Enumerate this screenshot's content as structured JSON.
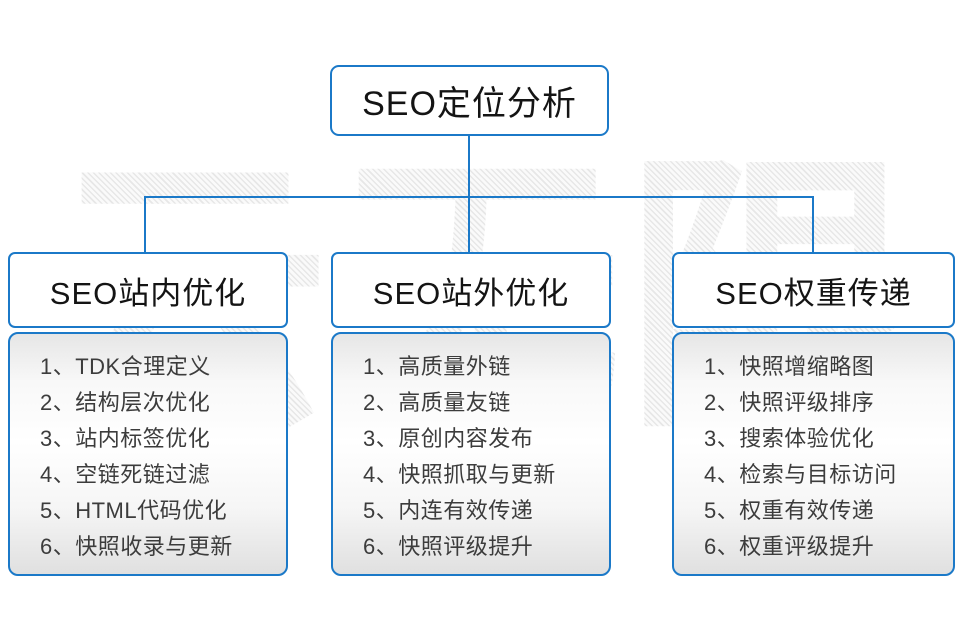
{
  "watermark": {
    "text": "云无限"
  },
  "root": {
    "title": "SEO定位分析"
  },
  "columns": [
    {
      "title": "SEO站内优化",
      "items": [
        "1、TDK合理定义",
        "2、结构层次优化",
        "3、站内标签优化",
        "4、空链死链过滤",
        "5、HTML代码优化",
        "6、快照收录与更新"
      ]
    },
    {
      "title": "SEO站外优化",
      "items": [
        "1、高质量外链",
        "2、高质量友链",
        "3、原创内容发布",
        "4、快照抓取与更新",
        "5、内连有效传递",
        "6、快照评级提升"
      ]
    },
    {
      "title": "SEO权重传递",
      "items": [
        "1、快照增缩略图",
        "2、快照评级排序",
        "3、搜索体验优化",
        "4、检索与目标访问",
        "5、权重有效传递",
        "6、权重评级提升"
      ]
    }
  ],
  "colors": {
    "line_blue": "#1b79c8",
    "body_gray": "#e6e6e6",
    "text_dark": "#3c3c3c"
  }
}
